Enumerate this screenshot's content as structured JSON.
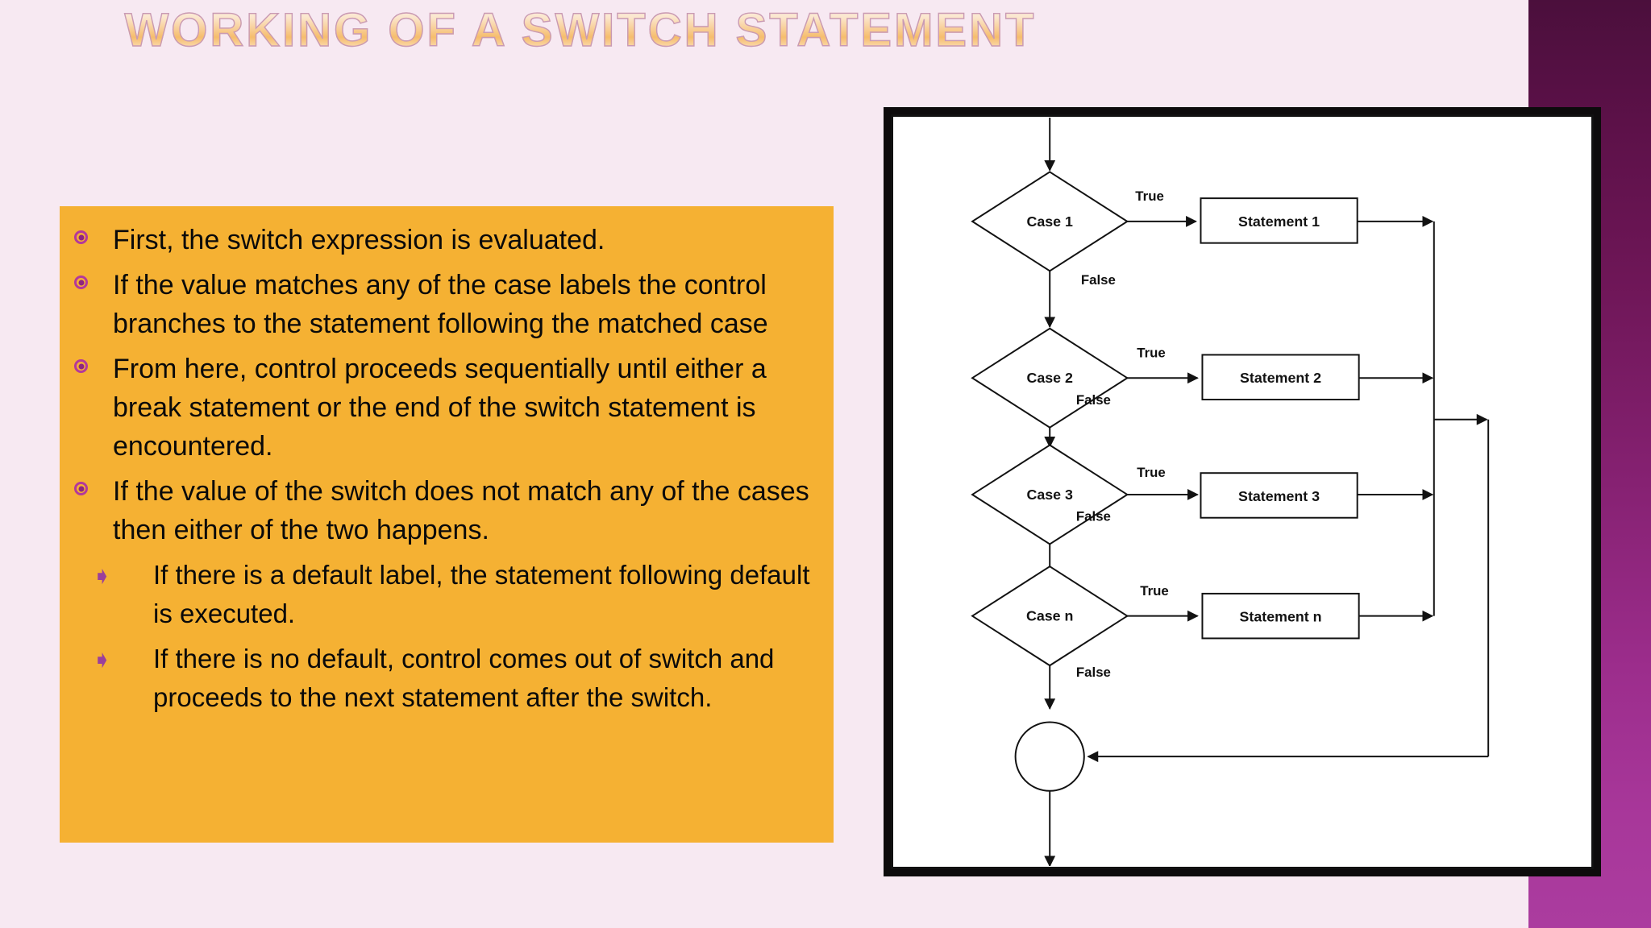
{
  "slide": {
    "title": "WORKING OF A SWITCH STATEMENT",
    "background_color": "#f7e9f2",
    "accent_band_color": "#9c2d8c",
    "panel_color": "#f5b133",
    "bullet_color": "#b4389b"
  },
  "bullets": [
    {
      "marker": "ring-dot-bullet",
      "level": 1,
      "text": "First, the switch expression is evaluated."
    },
    {
      "marker": "ring-dot-bullet",
      "level": 1,
      "text": "If the value matches any of the case labels the control branches to the statement following the matched case"
    },
    {
      "marker": "ring-dot-bullet",
      "level": 1,
      "text": "From here, control proceeds sequentially until either a break statement or the end of the switch statement is encountered."
    },
    {
      "marker": "ring-dot-bullet",
      "level": 1,
      "text": "If the value of the switch does not match any of the cases then either of the two happens."
    },
    {
      "marker": "arrow-bullet",
      "level": 2,
      "text": "If there is a default label, the statement following default is executed."
    },
    {
      "marker": "arrow-bullet",
      "level": 2,
      "text": "If there is no default, control comes out of switch and proceeds to the next statement after the switch."
    }
  ],
  "diagram": {
    "type": "flowchart",
    "title": "switch statement flowchart",
    "decisions": [
      "Case 1",
      "Case 2",
      "Case 3",
      "Case n"
    ],
    "statements": [
      "Statement 1",
      "Statement 2",
      "Statement 3",
      "Statement n"
    ],
    "true_label": "True",
    "false_label": "False",
    "true_labels": [
      "True",
      "True",
      "True",
      "True"
    ],
    "false_labels": [
      "False",
      "False",
      "False",
      "False"
    ],
    "terminator": "merge-circle",
    "line_color": "#121212",
    "fill_color": "#ffffff"
  }
}
